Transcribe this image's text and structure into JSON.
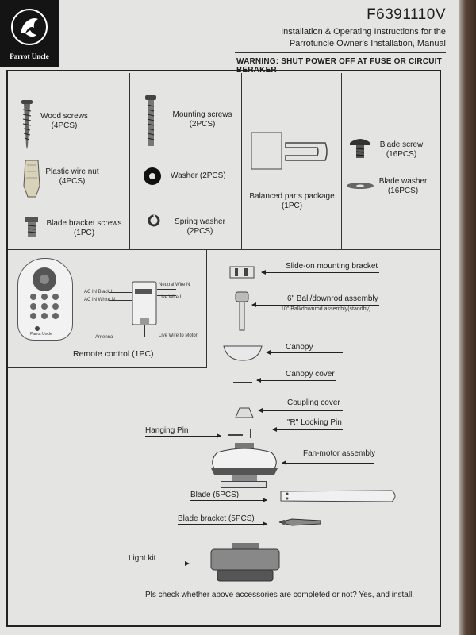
{
  "brand": {
    "name": "Parrot Uncle"
  },
  "header": {
    "model": "F6391110V",
    "line1": "Installation & Operating Instructions for the",
    "line2": "Parrotuncle Owner's Installation, Manual",
    "warning": "WARNING: SHUT POWER OFF AT FUSE OR CIRCUIT BERAKER"
  },
  "parts": {
    "wood_screws": {
      "name": "Wood screws",
      "qty": "(4PCS)"
    },
    "wire_nut": {
      "name": "Plastic wire nut",
      "qty": "(4PCS)"
    },
    "blade_bracket_screws": {
      "name": "Blade bracket screws",
      "qty": "(1PC)"
    },
    "mounting_screws": {
      "name": "Mounting screws",
      "qty": "(2PCS)"
    },
    "washer": {
      "name": "Washer (2PCS)"
    },
    "spring_washer": {
      "name": "Spring washer",
      "qty": "(2PCS)"
    },
    "balanced_parts": {
      "name": "Balanced parts package",
      "qty": "(1PC)"
    },
    "blade_screw": {
      "name": "Blade screw",
      "qty": "(16PCS)"
    },
    "blade_washer": {
      "name": "Blade washer",
      "qty": "(16PCS)"
    }
  },
  "remote": {
    "label": "Remote control (1PC)",
    "receiver_labels": {
      "neutral": "Neutral Wire N",
      "live_wire": "Live Wire L",
      "ac_black": "AC IN Black L",
      "ac_white": "AC IN White N",
      "antenna": "Antenna",
      "live_motor": "Live Wire to Motor"
    }
  },
  "assembly": {
    "slide_on": "Slide-on mounting bracket",
    "downrod": "6\" Ball/downrod assembly",
    "downrod_standby": "10\" Ball/downrod assembly(standby)",
    "canopy": "Canopy",
    "canopy_cover": "Canopy cover",
    "coupling_cover": "Coupling cover",
    "locking_pin": "\"R\" Locking Pin",
    "hanging_pin": "Hanging Pin",
    "fan_motor": "Fan-motor assembly",
    "blade": "Blade (5PCS)",
    "blade_bracket": "Blade bracket (5PCS)",
    "light_kit": "Light kit"
  },
  "footer": "Pls check whether above accessories are completed or not? Yes, and install.",
  "colors": {
    "paper": "#e4e4e2",
    "ink": "#1e1e1e",
    "logo_bg": "#141414"
  }
}
